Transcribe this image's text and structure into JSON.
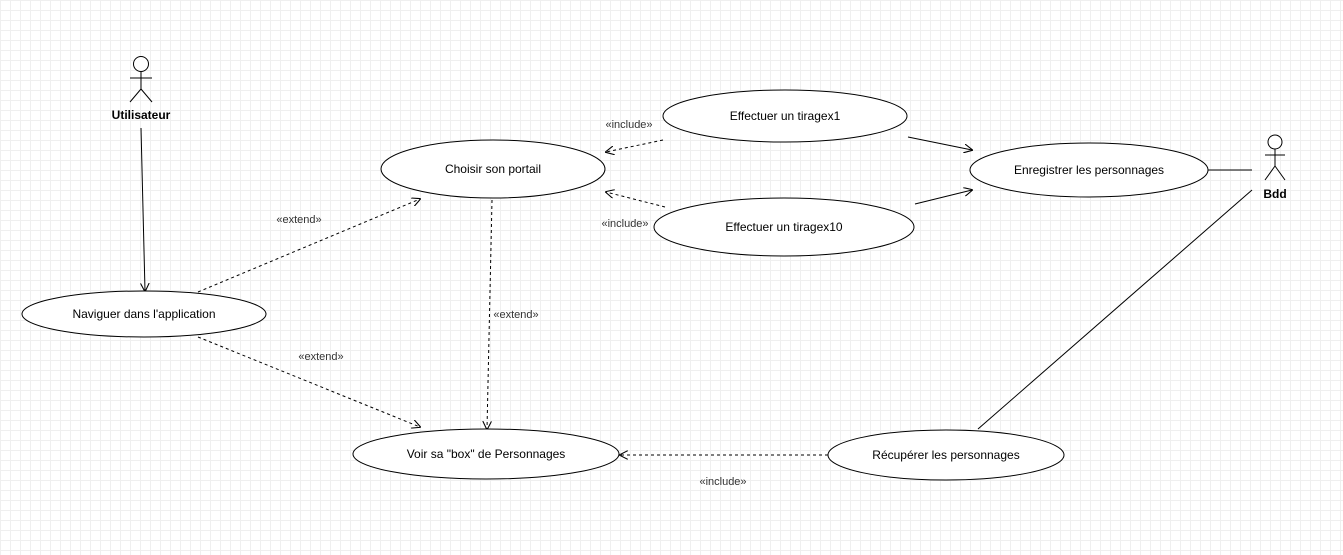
{
  "actors": {
    "utilisateur": "Utilisateur",
    "bdd": "Bdd"
  },
  "use_cases": {
    "naviguer": "Naviguer dans l'application",
    "choisir_portail": "Choisir son portail",
    "voir_box": "Voir sa \"box\" de Personnages",
    "tirage1": "Effectuer un tiragex1",
    "tirage10": "Effectuer un tiragex10",
    "enregistrer": "Enregistrer les personnages",
    "recuperer": "Récupérer les personnages"
  },
  "stereotypes": {
    "extend": "«extend»",
    "include": "«include»"
  }
}
